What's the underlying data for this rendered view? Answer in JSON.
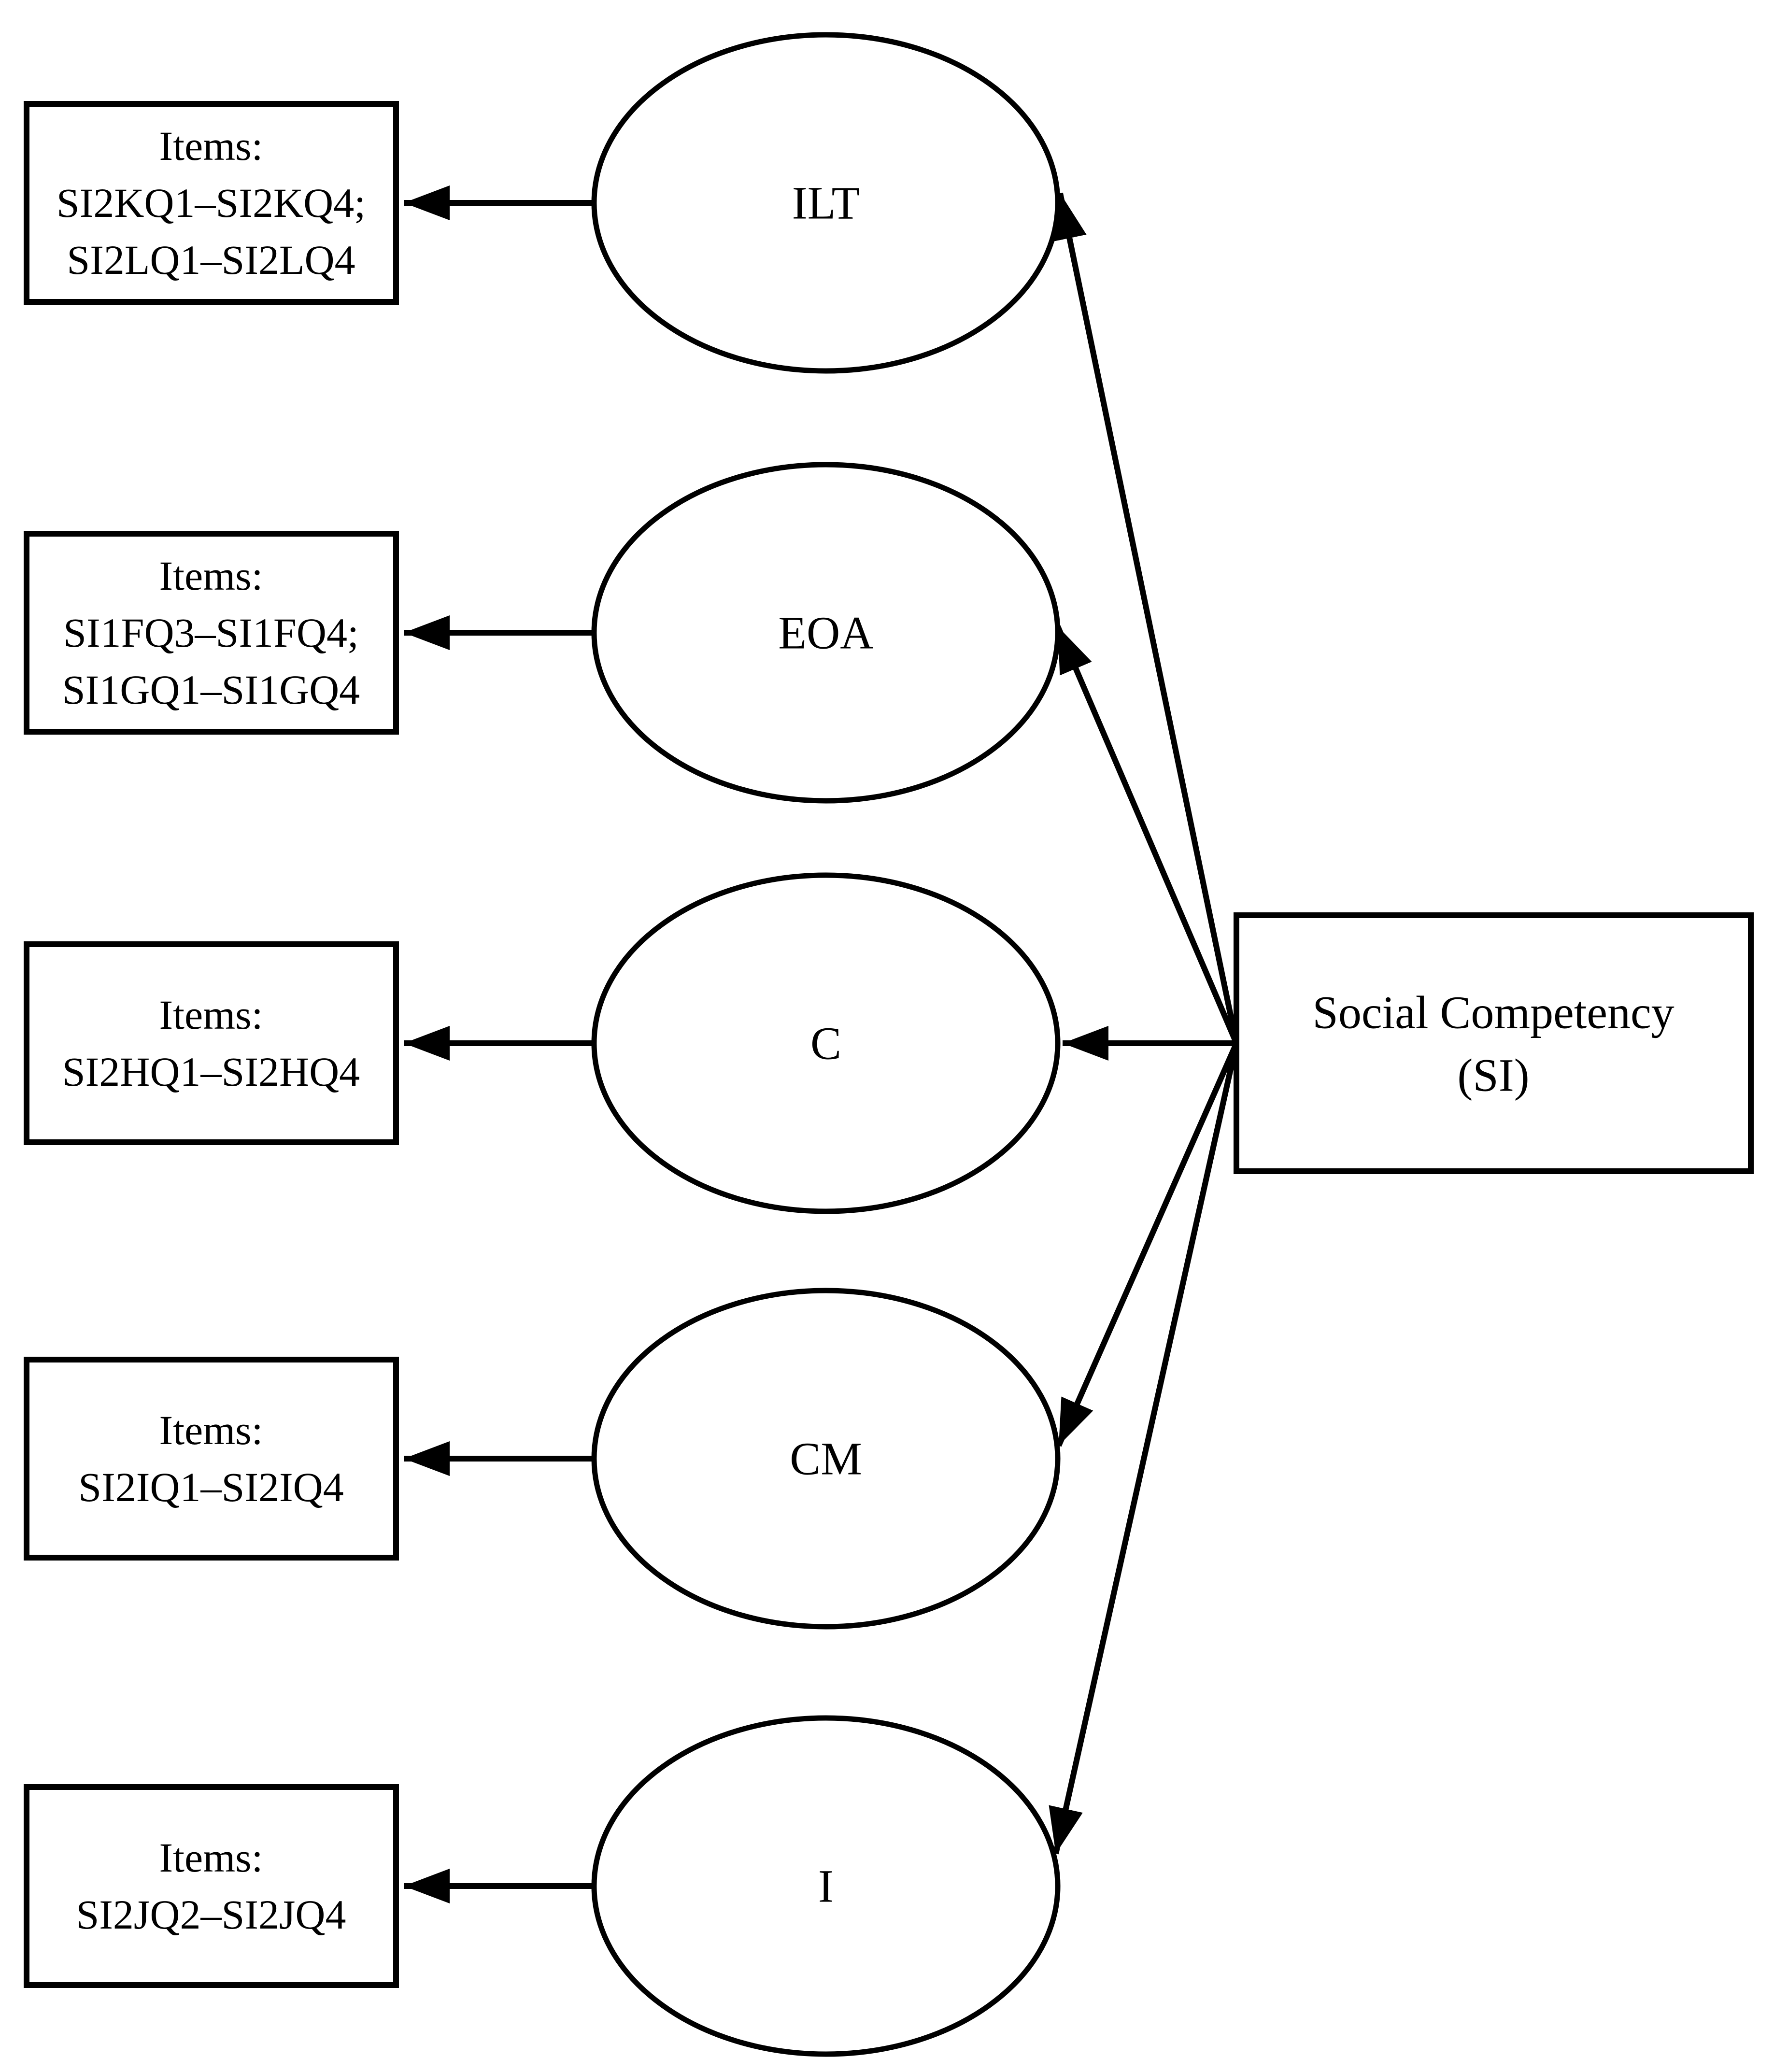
{
  "diagram": {
    "type": "second-order confirmatory factor model",
    "colors": {
      "stroke": "#000000",
      "background": "#ffffff"
    },
    "second_order_factor": {
      "label_line1": "Social Competency",
      "label_line2": "(SI)"
    },
    "factors": [
      {
        "label": "ILT",
        "items_box": {
          "line1": "Items:",
          "line2": "SI2KQ1–SI2KQ4;",
          "line3": "SI2LQ1–SI2LQ4"
        }
      },
      {
        "label": "EOA",
        "items_box": {
          "line1": "Items:",
          "line2": "SI1FQ3–SI1FQ4;",
          "line3": "SI1GQ1–SI1GQ4"
        }
      },
      {
        "label": "C",
        "items_box": {
          "line1": "Items:",
          "line2": "SI2HQ1–SI2HQ4"
        }
      },
      {
        "label": "CM",
        "items_box": {
          "line1": "Items:",
          "line2": "SI2IQ1–SI2IQ4"
        }
      },
      {
        "label": "I",
        "items_box": {
          "line1": "Items:",
          "line2": "SI2JQ2–SI2JQ4"
        }
      }
    ]
  }
}
